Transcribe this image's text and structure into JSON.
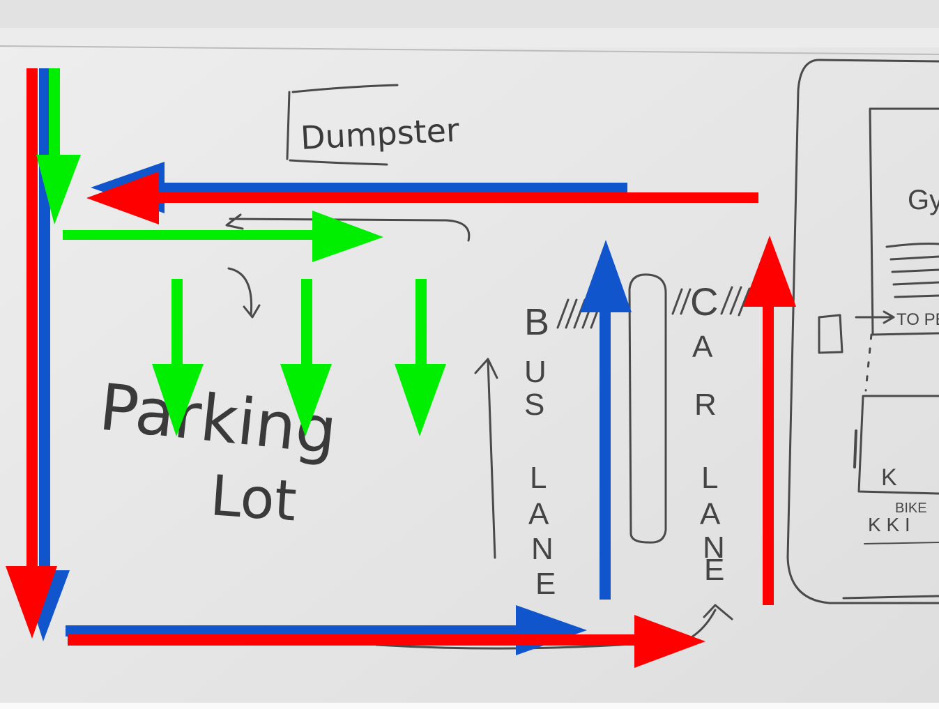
{
  "labels": {
    "dumpster": "Dumpster",
    "parking": "Parking",
    "lot": "Lot",
    "gym": "Gym",
    "to_pe": "TO PE",
    "k": "K",
    "bike": "BIKE",
    "kk": "K K I",
    "bus_b": "B",
    "bus_u": "U",
    "bus_s": "S",
    "bus_l": "L",
    "bus_a": "A",
    "bus_n": "N",
    "bus_e": "E",
    "car_c": "C",
    "car_a": "A",
    "car_r": "R",
    "car_l": "L",
    "car_a2": "A",
    "car_n": "N",
    "car_e": "E"
  },
  "colors": {
    "red": "#ff0000",
    "blue": "#1155cc",
    "green": "#00ee00",
    "board": "#e9e9e9",
    "marker": "#4a4a4a"
  }
}
